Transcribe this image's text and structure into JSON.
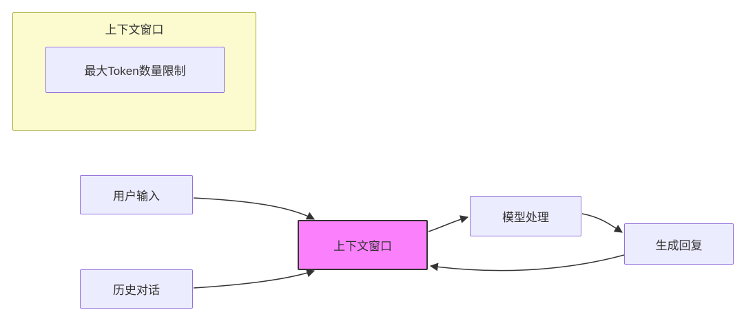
{
  "diagram": {
    "subgraph": {
      "title": "上下文窗口",
      "node_label": "最大Token数量限制"
    },
    "nodes": {
      "user_input": "用户输入",
      "history_dialogue": "历史对话",
      "context_window": "上下文窗口",
      "model_processing": "模型处理",
      "generate_reply": "生成回复"
    },
    "edges": [
      {
        "from": "用户输入",
        "to": "上下文窗口"
      },
      {
        "from": "历史对话",
        "to": "上下文窗口"
      },
      {
        "from": "上下文窗口",
        "to": "模型处理"
      },
      {
        "from": "模型处理",
        "to": "生成回复"
      },
      {
        "from": "生成回复",
        "to": "上下文窗口"
      }
    ],
    "colors": {
      "subgraph_fill": "#fbfbcf",
      "subgraph_border": "#aaaa33",
      "node_fill": "#ECECFF",
      "node_border": "#9370DB",
      "highlight_fill": "#fb80fb",
      "highlight_border": "#333333",
      "arrow": "#333333",
      "text": "#333333"
    }
  }
}
